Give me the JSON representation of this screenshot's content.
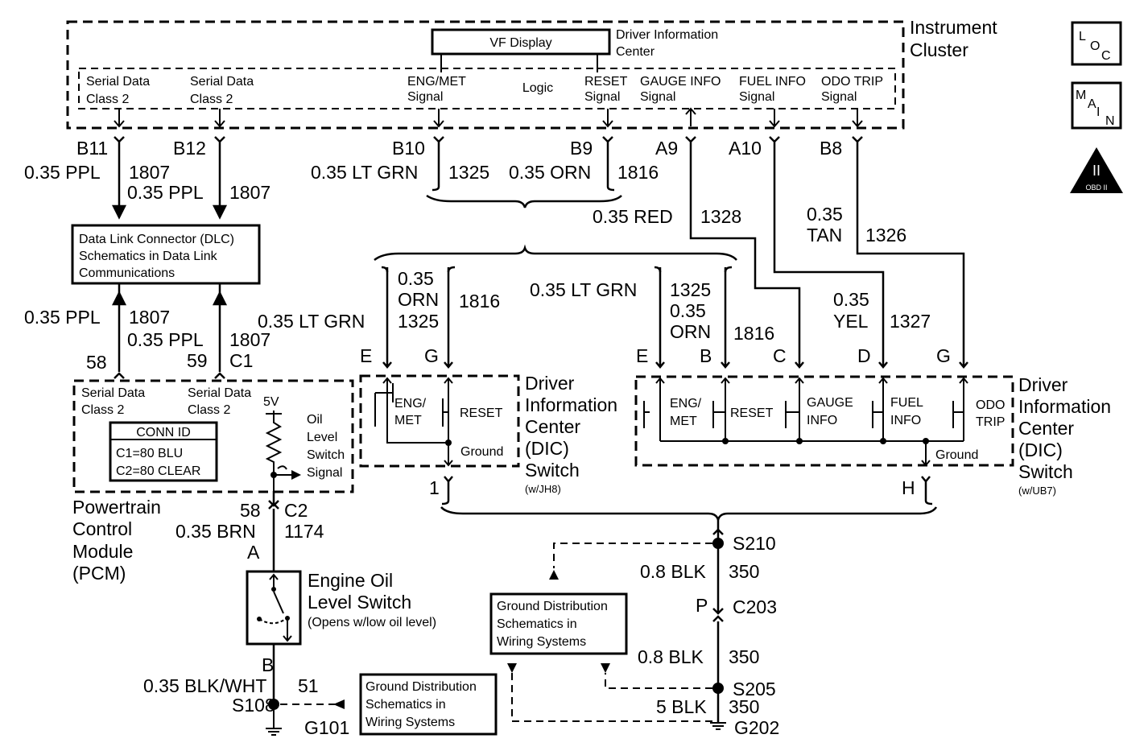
{
  "diagram": {
    "instrument_cluster": {
      "title": [
        "Instrument",
        "Cluster"
      ],
      "vf_display": "VF Display",
      "dic_label": [
        "Driver Information",
        "Center"
      ],
      "logic": "Logic",
      "signals": [
        [
          "Serial Data",
          "Class 2"
        ],
        [
          "Serial Data",
          "Class 2"
        ],
        [
          "ENG/MET",
          "Signal"
        ],
        [
          "RESET",
          "Signal"
        ],
        [
          "GAUGE INFO",
          "Signal"
        ],
        [
          "FUEL INFO",
          "Signal"
        ],
        [
          "ODO TRIP",
          "Signal"
        ]
      ],
      "pins": [
        "B11",
        "B12",
        "B10",
        "B9",
        "A9",
        "A10",
        "B8"
      ]
    },
    "badges": {
      "loc": [
        "L",
        "O",
        "C"
      ],
      "main": [
        "M",
        "A",
        "I",
        "N"
      ],
      "obd": [
        "II",
        "OBD II"
      ]
    },
    "wires": {
      "b11": [
        "0.35 PPL",
        "1807"
      ],
      "b12": [
        "0.35 PPL",
        "1807"
      ],
      "b10": [
        "0.35 LT GRN",
        "1325"
      ],
      "b9": [
        "0.35 ORN",
        "1816"
      ],
      "a9": [
        "0.35 RED",
        "1328"
      ],
      "b8": [
        "0.35",
        "TAN",
        "1326"
      ],
      "dlc_lower_1": [
        "0.35 PPL",
        "1807"
      ],
      "dlc_lower_2": [
        "0.35 PPL",
        "1807"
      ],
      "jh8_left": [
        "0.35",
        "ORN",
        "1325",
        "1816"
      ],
      "jh8_ltgrn": "0.35 LT GRN",
      "ub7_ltgrn": "0.35 LT GRN",
      "ub7_mid": [
        "1325",
        "0.35",
        "ORN",
        "1816"
      ],
      "ub7_yel": [
        "0.35",
        "YEL",
        "1327"
      ],
      "pcm_oil": [
        "58",
        "C2",
        "0.35 BRN",
        "1174",
        "A"
      ],
      "oil_ground": [
        "B",
        "0.35 BLK/WHT",
        "51",
        "S108",
        "G101"
      ],
      "s210_s205_1": [
        "0.8 BLK",
        "350"
      ],
      "s210_s205_2": [
        "0.8 BLK",
        "350"
      ],
      "g202": [
        "5 BLK",
        "350"
      ]
    },
    "dlc": [
      "Data Link Connector (DLC)",
      "Schematics in Data Link",
      "Communications"
    ],
    "pcm": {
      "pins": [
        "58",
        "59",
        "C1"
      ],
      "serial1": [
        "Serial Data",
        "Class 2"
      ],
      "serial2": [
        "Serial Data",
        "Class 2"
      ],
      "volts": "5V",
      "oil_signal": [
        "Oil",
        "Level",
        "Switch",
        "Signal"
      ],
      "conn_id_title": "CONN ID",
      "conn_id_rows": [
        "C1=80 BLU",
        "C2=80 CLEAR"
      ],
      "name": [
        "Powertrain",
        "Control",
        "Module",
        "(PCM)"
      ]
    },
    "dic_jh8": {
      "pins": [
        "E",
        "G",
        "1"
      ],
      "switches": [
        [
          "ENG/",
          "MET"
        ],
        [
          "RESET"
        ]
      ],
      "ground": "Ground",
      "name": [
        "Driver",
        "Information",
        "Center",
        "(DIC)",
        "Switch"
      ],
      "option": "(w/JH8)"
    },
    "dic_ub7": {
      "pins": [
        "E",
        "B",
        "C",
        "D",
        "G",
        "H"
      ],
      "switches": [
        [
          "ENG/",
          "MET"
        ],
        [
          "RESET"
        ],
        [
          "GAUGE",
          "INFO"
        ],
        [
          "FUEL",
          "INFO"
        ],
        [
          "ODO",
          "TRIP"
        ]
      ],
      "ground": "Ground",
      "name": [
        "Driver",
        "Information",
        "Center",
        "(DIC)",
        "Switch"
      ],
      "option": "(w/UB7)"
    },
    "oil_switch": {
      "name": [
        "Engine Oil",
        "Level Switch"
      ],
      "note": "(Opens w/low oil level)"
    },
    "ground_dist_1": [
      "Ground Distribution",
      "Schematics in",
      "Wiring Systems"
    ],
    "ground_dist_2": [
      "Ground Distribution",
      "Schematics in",
      "Wiring Systems"
    ],
    "splices": [
      "S210",
      "S205"
    ],
    "connector_c203": [
      "P",
      "C203"
    ],
    "ground_g202": "G202"
  }
}
